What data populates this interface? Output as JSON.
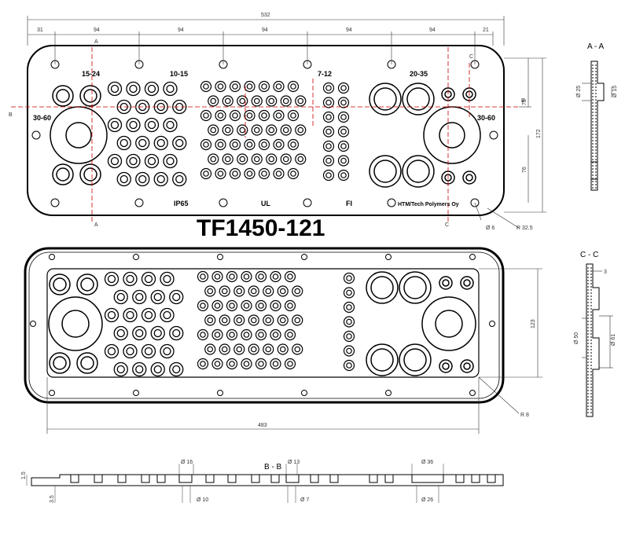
{
  "title": "TF1450-121",
  "top_view": {
    "overall_width": "532",
    "spacings": [
      "31",
      "94",
      "94",
      "94",
      "94",
      "94",
      "21"
    ],
    "labels_top": [
      "15-24",
      "10-15",
      "7-12",
      "20-35"
    ],
    "label_left": "30-60",
    "label_right": "30-60",
    "labels_bottom": [
      "IP65",
      "UL",
      "FI"
    ],
    "maker": "HTM/Tech Polymers Oy",
    "height_total": "172",
    "height_upper": "75",
    "height_lower": "76",
    "hole_dia": "Ø 6",
    "corner_radius": "R 32.5",
    "cut_a": "A",
    "cut_b": "B",
    "cut_c": "C"
  },
  "mid_view": {
    "width": "483",
    "height": "123",
    "radius": "R 8"
  },
  "section_aa": {
    "title": "A - A",
    "d1": "Ø 25",
    "d2": "Ø 15"
  },
  "section_cc": {
    "title": "C - C",
    "t": "3",
    "d1": "Ø 50",
    "d2": "Ø 61"
  },
  "section_bb": {
    "title": "B - B",
    "thk1": "1.5",
    "thk2": "3.5",
    "dims_top": [
      "Ø 16",
      "Ø 13",
      "Ø 36"
    ],
    "dims_bottom": [
      "Ø 10",
      "Ø 7",
      "Ø 26"
    ]
  }
}
